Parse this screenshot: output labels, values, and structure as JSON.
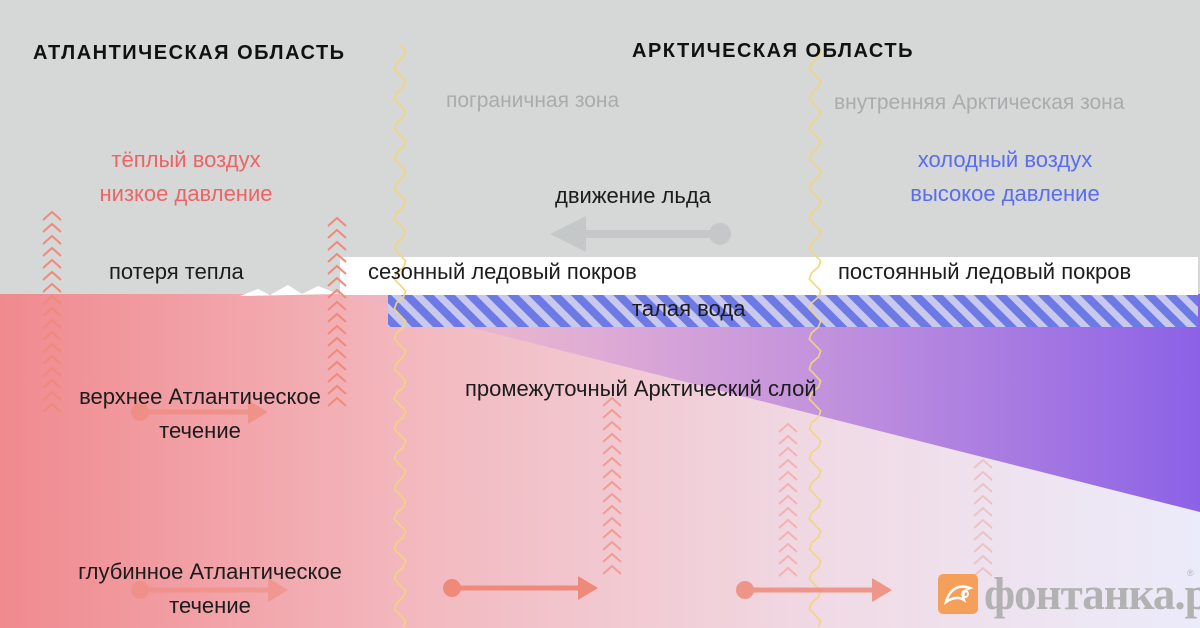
{
  "headers": {
    "atlantic": "АТЛАНТИЧЕСКАЯ ОБЛАСТЬ",
    "arctic": "АРКТИЧЕСКАЯ ОБЛАСТЬ"
  },
  "zones": {
    "border": "пограничная зона",
    "inner": "внутренняя Арктическая зона"
  },
  "air": {
    "warm_line1": "тёплый воздух",
    "warm_line2": "низкое давление",
    "cold_line1": "холодный воздух",
    "cold_line2": "высокое давление"
  },
  "labels": {
    "ice_motion": "движение льда",
    "heat_loss": "потеря тепла",
    "seasonal_ice": "сезонный ледовый покров",
    "permanent_ice": "постоянный ледовый покров",
    "melt_water": "талая вода",
    "intermediate_layer": "промежуточный Арктический слой",
    "upper_current_line1": "верхнее Атлантическое",
    "upper_current_line2": "течение",
    "deep_current_line1": "глубинное Атлантическое",
    "deep_current_line2": "течение"
  },
  "logo": {
    "text": "фонтанка.ру",
    "registered": "®",
    "icon": "fontanka-logo-icon"
  },
  "colors": {
    "sky": "#d5d8d7",
    "warm_water": "#f08a8f",
    "cold_water": "#8c61e6",
    "warm_text": "#ee6464",
    "cold_text": "#5a6cf0",
    "zone_text": "#a8acac",
    "arrow_warm": "#ef8a7a",
    "ice_arrow": "#c4c8c8",
    "divider": "#f2d47e",
    "logo": "#b2b2b2",
    "logo_badge": "#f5a05a"
  }
}
